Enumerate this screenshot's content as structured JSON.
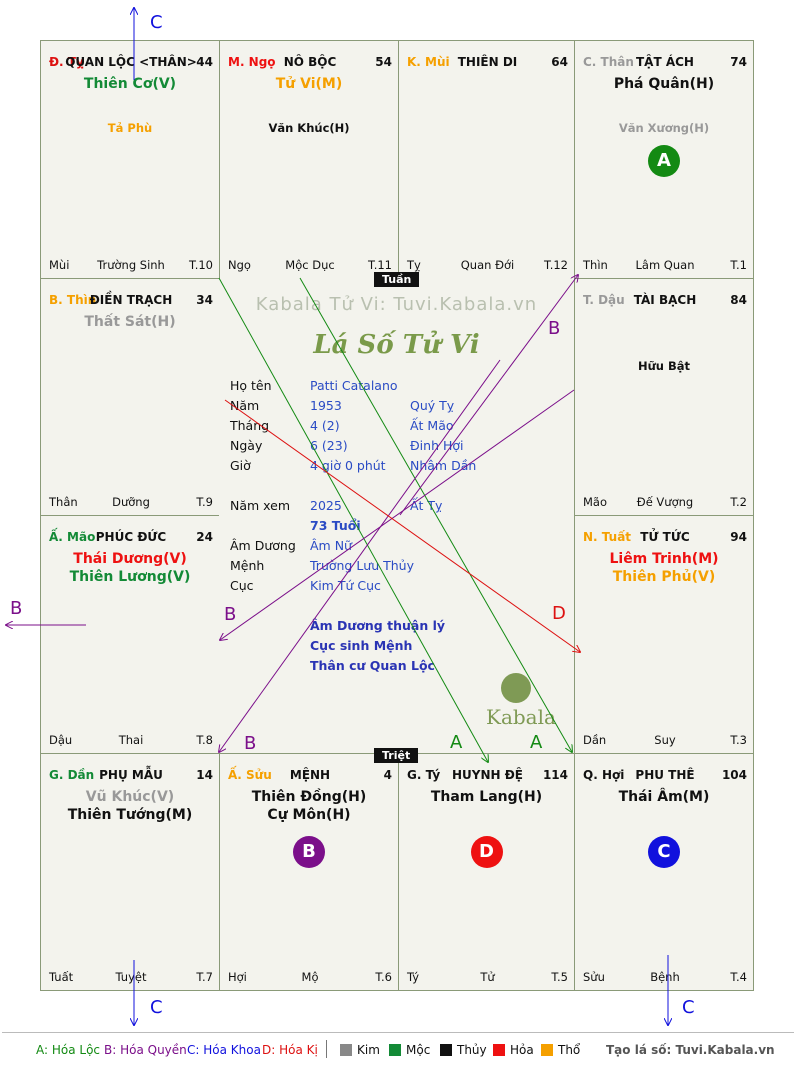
{
  "watermark": "Kabala Tử Vi: Tuvi.Kabala.vn",
  "title": "Lá Số Tử Vi",
  "tuan": "Tuần",
  "triet": "Triệt",
  "brand": "Kabala",
  "cells": {
    "ty_top": {
      "can": "Đ. Tỵ",
      "palace": "QUAN LỘC <THÂN>",
      "num": "44",
      "stars": [
        "Thiên Cơ(V)"
      ],
      "minor": "Tả Phù",
      "ft_l": "Mùi",
      "ft_m": "Trường Sinh",
      "ft_r": "T.10"
    },
    "ngo": {
      "can": "M. Ngọ",
      "palace": "NÔ BỘC",
      "num": "54",
      "stars": [
        "Tử Vi(M)"
      ],
      "minor": "Văn Khúc(H)",
      "ft_l": "Ngọ",
      "ft_m": "Mộc Dục",
      "ft_r": "T.11"
    },
    "mui": {
      "can": "K. Mùi",
      "palace": "THIÊN DI",
      "num": "64",
      "stars": [],
      "minor": "",
      "ft_l": "Tỵ",
      "ft_m": "Quan Đới",
      "ft_r": "T.12"
    },
    "than": {
      "can": "C. Thân",
      "palace": "TẬT ÁCH",
      "num": "74",
      "stars": [
        "Phá Quân(H)"
      ],
      "minor": "Văn Xương(H)",
      "circle": "A",
      "ft_l": "Thìn",
      "ft_m": "Lâm Quan",
      "ft_r": "T.1"
    },
    "thin": {
      "can": "B. Thìn",
      "palace": "ĐIỀN TRẠCH",
      "num": "34",
      "stars": [
        "Thất Sát(H)"
      ],
      "minor": "",
      "ft_l": "Thân",
      "ft_m": "Dưỡng",
      "ft_r": "T.9"
    },
    "dau": {
      "can": "T. Dậu",
      "palace": "TÀI BẠCH",
      "num": "84",
      "stars": [],
      "minor": "Hữu Bật",
      "ft_l": "Mão",
      "ft_m": "Đế Vượng",
      "ft_r": "T.2"
    },
    "mao": {
      "can": "Ấ. Mão",
      "palace": "PHÚC ĐỨC",
      "num": "24",
      "stars": [
        "Thái Dương(V)",
        "Thiên Lương(V)"
      ],
      "minor": "",
      "ft_l": "Dậu",
      "ft_m": "Thai",
      "ft_r": "T.8"
    },
    "tuat": {
      "can": "N. Tuất",
      "palace": "TỬ TỨC",
      "num": "94",
      "stars": [
        "Liêm Trinh(M)",
        "Thiên Phủ(V)"
      ],
      "minor": "",
      "ft_l": "Dần",
      "ft_m": "Suy",
      "ft_r": "T.3"
    },
    "dan": {
      "can": "G. Dần",
      "palace": "PHỤ MẪU",
      "num": "14",
      "stars": [
        "Vũ Khúc(V)",
        "Thiên Tướng(M)"
      ],
      "minor": "",
      "ft_l": "Tuất",
      "ft_m": "Tuyệt",
      "ft_r": "T.7"
    },
    "suu": {
      "can": "Ấ. Sửu",
      "palace": "MỆNH",
      "num": "4",
      "stars": [
        "Thiên Đồng(H)",
        "Cự Môn(H)"
      ],
      "minor": "",
      "circle": "B",
      "ft_l": "Hợi",
      "ft_m": "Mộ",
      "ft_r": "T.6"
    },
    "ty_bot": {
      "can": "G. Tý",
      "palace": "HUYNH ĐỆ",
      "num": "114",
      "stars": [
        "Tham Lang(H)"
      ],
      "minor": "",
      "circle": "D",
      "ft_l": "Tý",
      "ft_m": "Tử",
      "ft_r": "T.5"
    },
    "hoi": {
      "can": "Q. Hợi",
      "palace": "PHU THÊ",
      "num": "104",
      "stars": [
        "Thái Âm(M)"
      ],
      "minor": "",
      "circle": "C",
      "ft_l": "Sửu",
      "ft_m": "Bệnh",
      "ft_r": "T.4"
    }
  },
  "info": [
    {
      "k": "Họ tên",
      "v": "Patti Catalano",
      "v2": ""
    },
    {
      "k": "Năm",
      "v": "1953",
      "v2": "Quý Tỵ"
    },
    {
      "k": "Tháng",
      "v": "4  (2)",
      "v2": "Ất Mão"
    },
    {
      "k": "Ngày",
      "v": "6  (23)",
      "v2": "Đinh Hợi"
    },
    {
      "k": "Giờ",
      "v": "4 giờ 0 phút",
      "v2": "Nhâm Dần"
    }
  ],
  "info2": [
    {
      "k": "Năm xem",
      "v": "2025",
      "v2": "Ất Tỵ"
    },
    {
      "k": "",
      "v": "73 Tuổi",
      "v2": ""
    },
    {
      "k": "Âm Dương",
      "v": "Âm Nữ",
      "v2": ""
    },
    {
      "k": "Mệnh",
      "v": "Trường Lưu Thủy",
      "v2": ""
    },
    {
      "k": "Cục",
      "v": "Kim Tứ Cục",
      "v2": ""
    }
  ],
  "notes": [
    "Âm Dương thuận lý",
    "Cục sinh Mệnh",
    "Thân cư Quan Lộc"
  ],
  "arrow_letters": [
    "A",
    "A",
    "B",
    "B",
    "B",
    "B",
    "C",
    "C",
    "C",
    "D"
  ],
  "legend": {
    "a": "A: Hóa Lộc",
    "b": "B: Hóa Quyền",
    "c": "C: Hóa Khoa",
    "d": "D: Hóa Kị",
    "kim": "Kim",
    "moc": "Mộc",
    "thuy": "Thủy",
    "hoa": "Hỏa",
    "tho": "Thổ",
    "site": "Tạo lá số: Tuvi.Kabala.vn"
  },
  "colors": {
    "kim": "#888888",
    "moc": "#138a36",
    "thuy": "#111111",
    "hoa": "#ee1111",
    "tho": "#f5a000",
    "A": "#138a13",
    "B": "#7b0f8a",
    "C": "#1111dd",
    "D": "#dd1111"
  }
}
